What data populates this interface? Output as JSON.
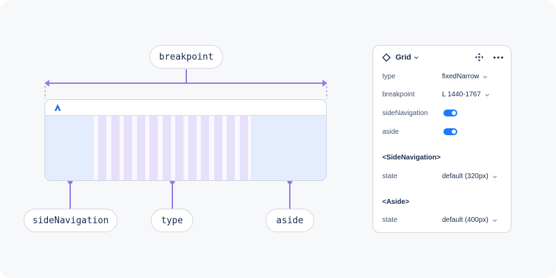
{
  "diagram": {
    "labels": {
      "breakpoint": "breakpoint",
      "side_navigation": "sideNavigation",
      "type": "type",
      "aside": "aside"
    },
    "grid_column_count": 12,
    "colors": {
      "accent": "#8f7ee7",
      "frame_fill": "#e3edfd",
      "grid_column": "#e6e0fb",
      "logo": "#1868db"
    }
  },
  "panel": {
    "title": "Grid",
    "icons": [
      "grid-component-icon",
      "chevron-down-icon",
      "move-icon",
      "more-icon"
    ],
    "properties": [
      {
        "label": "type",
        "value": "fixedNarrow"
      },
      {
        "label": "breakpoint",
        "value": "L 1440-1767"
      },
      {
        "label": "sideNavigation",
        "toggle": true
      },
      {
        "label": "aside",
        "toggle": true
      }
    ],
    "side_navigation_section": {
      "heading": "<SideNavigation>",
      "label": "state",
      "value": "default (320px)"
    },
    "aside_section": {
      "heading": "<Aside>",
      "label": "state",
      "value": "default (400px)"
    },
    "toggle_color": "#1d7afc"
  }
}
